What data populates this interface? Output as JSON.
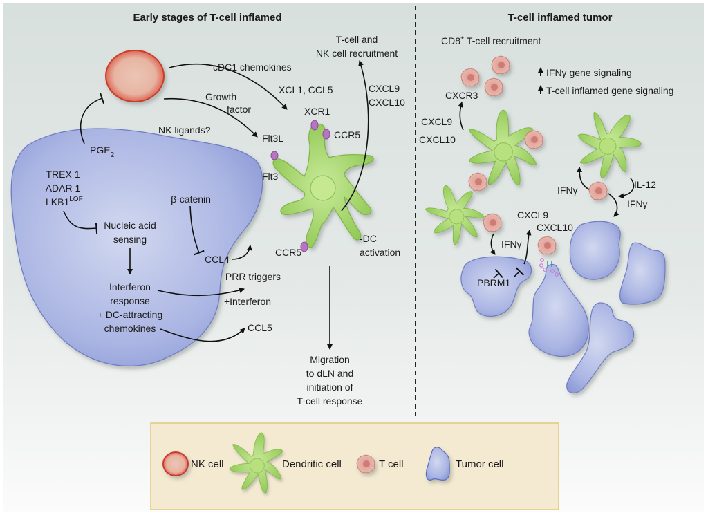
{
  "panels": {
    "left_title": "Early stages of T-cell inflamed",
    "right_title": "T-cell inflamed tumor"
  },
  "left": {
    "cdc1_chemokines": "cDC1 chemokines",
    "xcl1_ccl5": "XCL1, CCL5",
    "growth_factor_1": "Growth",
    "growth_factor_2": "factor",
    "nk_ligands": "NK ligands?",
    "flt3l": "Flt3L",
    "flt3": "Flt3",
    "xcr1": "XCR1",
    "ccr5_top": "CCR5",
    "ccr5_bottom": "CCR5",
    "pge2": "PGE",
    "pge2_sub": "2",
    "trex1": "TREX 1",
    "adar1": "ADAR 1",
    "lkb1": "LKB1",
    "lkb1_sup": "LOF",
    "nucleic_1": "Nucleic acid",
    "nucleic_2": "sensing",
    "beta_catenin": "β-catenin",
    "ccl4": "CCL4",
    "interferon_1": "Interferon",
    "interferon_2": "response",
    "interferon_3": "+ DC-attracting",
    "interferon_4": "chemokines",
    "prr_triggers": "PRR triggers",
    "plus_interferon": "+Interferon",
    "ccl5": "CCL5",
    "dc_activation_1": "-DC",
    "dc_activation_2": "activation",
    "tcell_nk_1": "T-cell and",
    "tcell_nk_2": "NK cell recruitment",
    "cxcl9": "CXCL9",
    "cxcl10": "CXCL10",
    "migration_1": "Migration",
    "migration_2": "to dLN and",
    "migration_3": "initiation of",
    "migration_4": "T-cell response"
  },
  "right": {
    "cd8_recruitment": "CD8",
    "cd8_sup": "+",
    "cd8_rest": " T-cell recruitment",
    "ifng_signaling": "IFNγ gene signaling",
    "tcell_signaling": "T-cell inflamed gene signaling",
    "cxcr3": "CXCR3",
    "cxcl9_a": "CXCL9",
    "cxcl10_a": "CXCL10",
    "ifng_left": "IFNγ",
    "il12": "IL-12",
    "ifng_right": "IFNγ",
    "ifng_mid": "IFNγ",
    "cxcl9_b": "CXCL9",
    "cxcl10_b": "CXCL10",
    "pbrm1": "PBRM1"
  },
  "legend": {
    "items": [
      {
        "label": "NK cell",
        "icon": "nk-cell-icon"
      },
      {
        "label": "Dendritic cell",
        "icon": "dendritic-cell-icon"
      },
      {
        "label": "T cell",
        "icon": "t-cell-icon"
      },
      {
        "label": "Tumor cell",
        "icon": "tumor-cell-icon"
      }
    ]
  },
  "colors": {
    "nk_cell": "#e06a55",
    "dendritic_cell": "#9fd35f",
    "t_cell": "#e3a39a",
    "tumor_cell": "#aab5e3",
    "receptor": "#b675c0",
    "legend_bg": "#f4ead1",
    "legend_border": "#e1c978"
  }
}
